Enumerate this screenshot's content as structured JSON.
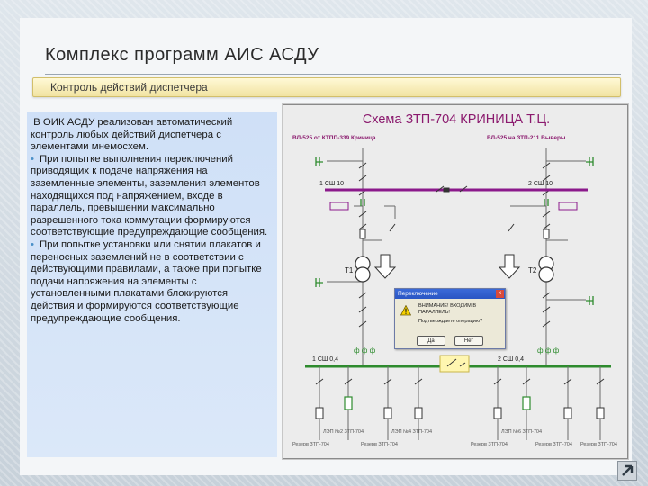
{
  "slide": {
    "title": "Комплекс программ АИС АСДУ",
    "subtitle": "Контроль действий диспетчера",
    "paragraph": "В ОИК АСДУ реализован автоматический контроль любых действий диспетчера с элементами мнемосхем.",
    "bullets": [
      "При попытке выполнения переключений приводящих к подаче напряжения на заземленные элементы, заземления элементов находящихся под напряжением, входе в параллель, превышении максимально разрешенного тока коммутации формируются соответствующие предупреждающие сообщения.",
      "При попытке установки или снятии плакатов и переносных заземлений не в соответствии с действующими правилами, а также при  попытке подачи напряжения на элементы с установленными плакатами блокируются действия и формируются соответствующие предупреждающие сообщения."
    ],
    "bullet_glyph": "•"
  },
  "diagram": {
    "title": "Схема ЗТП-704 КРИНИЦА Т.Ц.",
    "left_feeder": "ВЛ-525 от КТПП-339 Криница",
    "right_feeder": "ВЛ-525 на ЗТП-211 Выверы",
    "hv_bus_left": "1 СШ 10",
    "hv_bus_right": "2 СШ 10",
    "t1": "T1",
    "t2": "T2",
    "lv_bus_left": "1 СШ 0,4",
    "lv_bus_right": "2 СШ 0,4",
    "bottom_labels": [
      "ЛЭП №2 ЗТП-704",
      "ЛЭП №4 ЗТП-704",
      "ЛЭП №6 ЗТП-704",
      "Резерв ЗТП-704",
      "Резерв ЗТП-704",
      "Резерв ЗТП-704",
      "Резерв ЗТП-704",
      "Резерв ЗТП-704"
    ],
    "colors": {
      "title": "#8b1a6e",
      "feeder_text": "#8b1a6e",
      "hv_bus": "#8b1a8b",
      "lv_bus": "#2e8b2e",
      "wire": "#6a6a6a"
    }
  },
  "dialog": {
    "title": "Переключение",
    "close_glyph": "x",
    "message1": "ВНИМАНИЕ! ВХОДИМ В ПАРАЛЛЕЛЬ!",
    "message2": "Подтверждаете операцию?",
    "ok_label": "Да",
    "cancel_label": "Нет"
  }
}
